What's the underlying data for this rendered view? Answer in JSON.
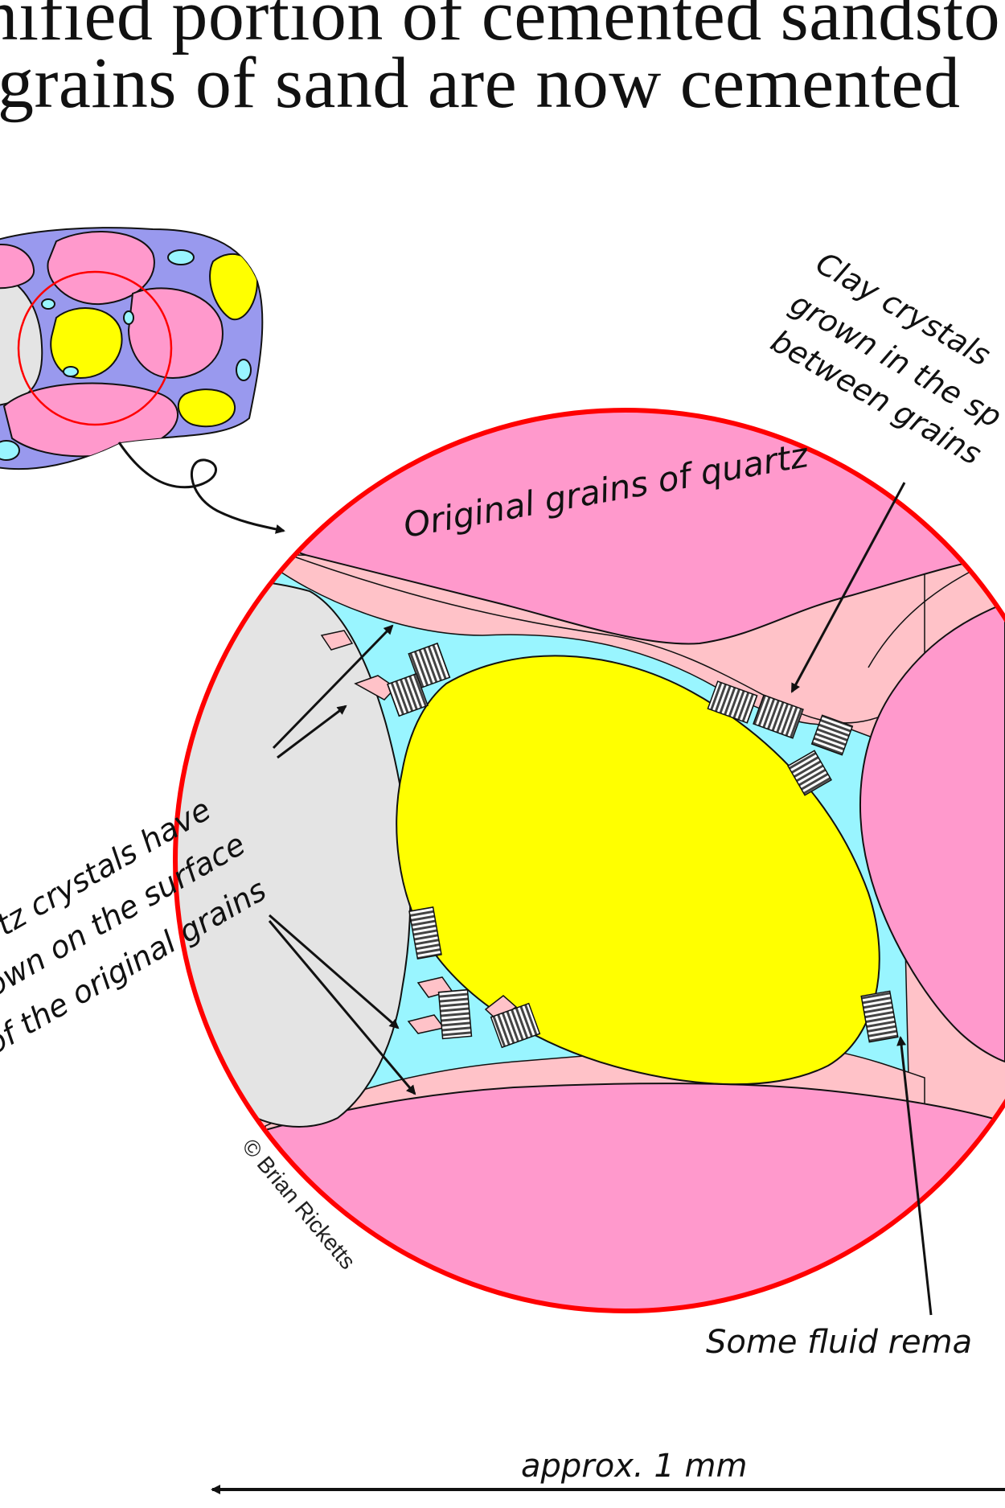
{
  "title": {
    "line1": "gnified portion of cemented sandsto",
    "line2": "al grains of sand are now cemented"
  },
  "labels": {
    "original_grains": "Original grains of quartz",
    "clay_line1": "Clay crystals",
    "clay_line2": "grown in the sp",
    "clay_line3": "between grains",
    "quartz_line1": "rtz crystals have",
    "quartz_line2": "own on the surface",
    "quartz_line3": "of the original grains",
    "fluid": "Some fluid rema",
    "scale": "approx. 1 mm",
    "copyright": "© Brian Ricketts"
  },
  "colors": {
    "pink_grain": "#ff99cc",
    "light_pink_overgrowth": "#ffc2c8",
    "cyan_fluid": "#99f5ff",
    "yellow_grain": "#ffff00",
    "grey_grain": "#e4e4e4",
    "purple_matrix": "#9999ee",
    "red_circle": "#ff0000",
    "clay_stripes": "#555555"
  }
}
